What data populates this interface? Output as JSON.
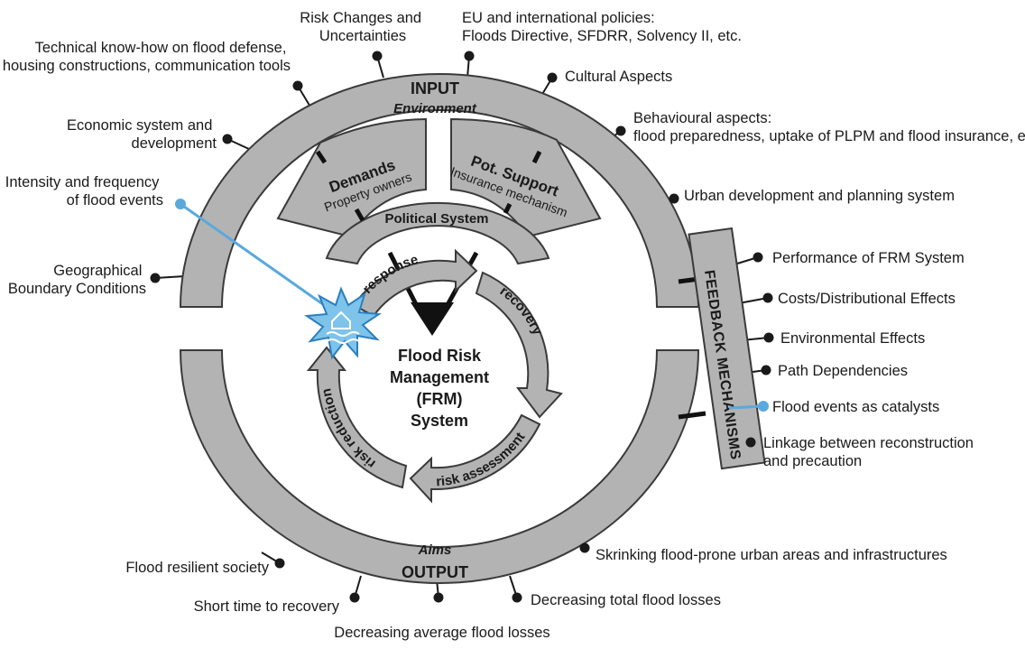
{
  "input_ring": {
    "title": "INPUT",
    "subtitle": "Environment"
  },
  "output_ring": {
    "title": "OUTPUT",
    "subtitle": "Aims"
  },
  "demands": {
    "title": "Demands",
    "subtitle": "Property owners"
  },
  "support": {
    "title": "Pot. Support",
    "subtitle": "Insurance mechanism"
  },
  "political": {
    "title": "Political System"
  },
  "cycle": {
    "response": "response",
    "recovery": "recovery",
    "risk_assessment": "risk assessment",
    "risk_reduction": "risk reduction"
  },
  "center": {
    "line1": "Flood Risk",
    "line2": "Management",
    "line3": "(FRM)",
    "line4": "System"
  },
  "feedback": {
    "title": "FEEDBACK MECHANISMS"
  },
  "input_labels": {
    "risk_changes": [
      "Risk Changes and",
      "Uncertainties"
    ],
    "eu_policies": [
      "EU and international policies:",
      "Floods Directive, SFDRR, Solvency II, etc."
    ],
    "technical": [
      "Technical know-how on flood defense,",
      "housing constructions, communication tools"
    ],
    "cultural": [
      "Cultural Aspects"
    ],
    "economic": [
      "Economic system and",
      "development"
    ],
    "behavioural": [
      "Behavioural aspects:",
      "flood preparedness, uptake of PLPM and flood insurance, etc."
    ],
    "intensity": [
      "Intensity and frequency",
      "of flood events"
    ],
    "urban": [
      "Urban development and planning system"
    ],
    "geographical": [
      "Geographical",
      "Boundary Conditions"
    ]
  },
  "feedback_labels": {
    "performance": [
      "Performance of FRM System"
    ],
    "costs": [
      "Costs/Distributional Effects"
    ],
    "environmental": [
      "Environmental Effects"
    ],
    "path": [
      "Path Dependencies"
    ],
    "catalysts": [
      "Flood events as catalysts"
    ],
    "linkage": [
      "Linkage between reconstruction",
      "and precaution"
    ]
  },
  "output_labels": {
    "resilient": [
      "Flood resilient society"
    ],
    "shrinking": [
      "Skrinking flood-prone urban areas and infrastructures"
    ],
    "short_time": [
      "Short time to recovery"
    ],
    "total_losses": [
      "Decreasing total flood losses"
    ],
    "average_losses": [
      "Decreasing average flood losses"
    ]
  },
  "colors": {
    "ring_fill": "#b3b3b3",
    "ring_stroke": "#3a3a3a",
    "dot": "#1a1a1a",
    "flood_blue": "#5aa9dc",
    "flood_star": "#7ec3ea"
  }
}
